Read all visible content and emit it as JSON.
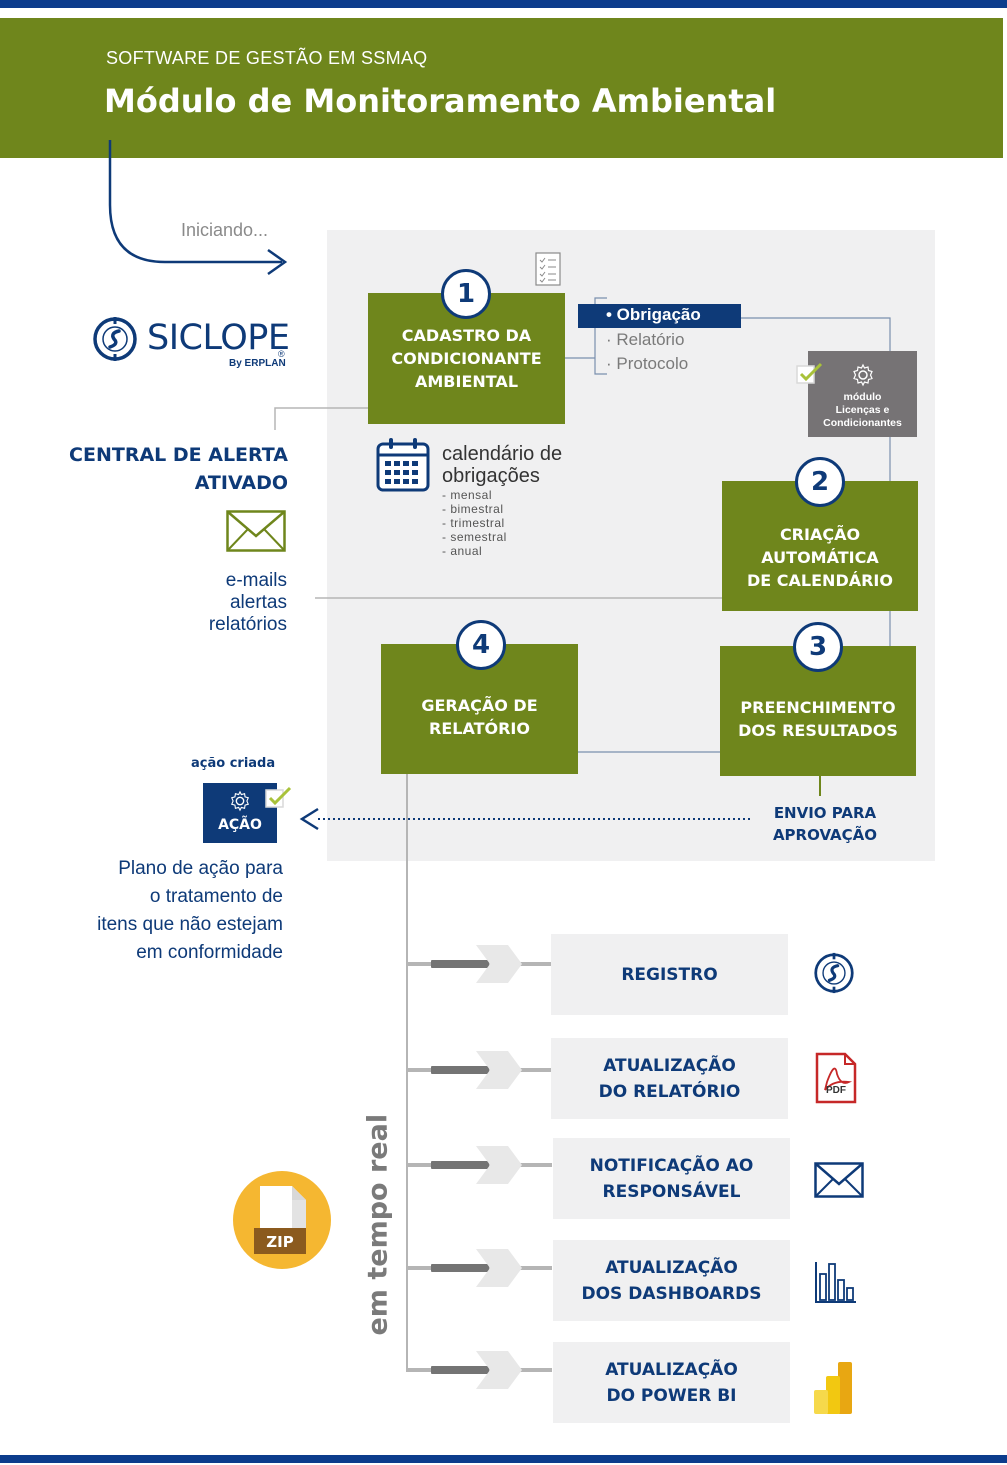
{
  "header": {
    "subtitle": "SOFTWARE DE GESTÃO EM SSMAQ",
    "title": "Módulo de Monitoramento Ambiental"
  },
  "start": {
    "label": "Iniciando..."
  },
  "brand": {
    "name": "SICLOPE",
    "by": "By ERPLAN",
    "reg": "®"
  },
  "alert": {
    "title_line1": "CENTRAL DE ALERTA",
    "title_line2": "ATIVADO",
    "channels": [
      "e-mails",
      "alertas",
      "relatórios"
    ]
  },
  "steps": [
    {
      "number": "1",
      "lines": [
        "CADASTRO DA",
        "CONDICIONANTE",
        "AMBIENTAL"
      ]
    },
    {
      "number": "2",
      "lines": [
        "CRIAÇÃO",
        "AUTOMÁTICA",
        "DE CALENDÁRIO"
      ]
    },
    {
      "number": "3",
      "lines": [
        "PREENCHIMENTO",
        "DOS RESULTADOS"
      ]
    },
    {
      "number": "4",
      "lines": [
        "GERAÇÃO DE",
        "RELATÓRIO"
      ]
    }
  ],
  "types": [
    {
      "label": "• Obrigação",
      "selected": true
    },
    {
      "label": "· Relatório",
      "selected": false
    },
    {
      "label": "· Protocolo",
      "selected": false
    }
  ],
  "calendar": {
    "title_line1": "calendário de",
    "title_line2": "obrigações",
    "periods": [
      "- mensal",
      "- bimestral",
      "- trimestral",
      "- semestral",
      "- anual"
    ]
  },
  "module": {
    "lines": [
      "módulo",
      "Licenças e",
      "Condicionantes"
    ]
  },
  "approval": {
    "line1": "ENVIO PARA",
    "line2": "APROVAÇÃO"
  },
  "action": {
    "caption": "ação criada",
    "label": "AÇÃO",
    "description": [
      "Plano de ação para",
      "o tratamento de",
      "itens que não estejam",
      "em conformidade"
    ]
  },
  "realtime": {
    "label": "em tempo real",
    "items": [
      {
        "lines": [
          "REGISTRO"
        ],
        "icon": "siclope-icon"
      },
      {
        "lines": [
          "ATUALIZAÇÃO",
          "DO RELATÓRIO"
        ],
        "icon": "pdf-icon",
        "icon_text": "PDF"
      },
      {
        "lines": [
          "NOTIFICAÇÃO AO",
          "RESPONSÁVEL"
        ],
        "icon": "envelope-icon"
      },
      {
        "lines": [
          "ATUALIZAÇÃO",
          "DOS DASHBOARDS"
        ],
        "icon": "bar-chart-icon"
      },
      {
        "lines": [
          "ATUALIZAÇÃO",
          "DO POWER BI"
        ],
        "icon": "power-bi-icon"
      }
    ]
  },
  "zip": {
    "label": "ZIP"
  },
  "colors": {
    "green": "#6f861c",
    "navy": "#0e3a78",
    "bar": "#0c3c8c",
    "panel": "#f0f0f1",
    "module_gray": "#767375",
    "zip_orange": "#f5b731"
  }
}
